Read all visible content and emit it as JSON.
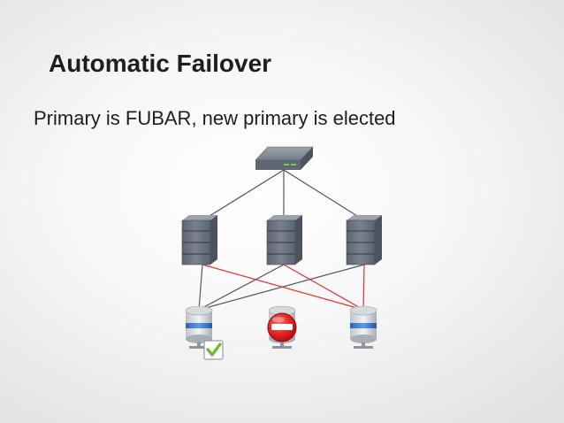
{
  "slide": {
    "title": "Automatic Failover",
    "subtitle": "Primary is FUBAR, new primary is elected"
  },
  "diagram": {
    "nodes": [
      {
        "name": "network-switch",
        "kind": "switch"
      },
      {
        "name": "app-server-left",
        "kind": "server"
      },
      {
        "name": "app-server-middle",
        "kind": "server"
      },
      {
        "name": "app-server-right",
        "kind": "server"
      },
      {
        "name": "db-node-left",
        "kind": "database",
        "state": "new-primary"
      },
      {
        "name": "db-node-middle",
        "kind": "database",
        "state": "failed"
      },
      {
        "name": "db-node-right",
        "kind": "database",
        "state": "secondary"
      }
    ],
    "links": [
      {
        "from": "network-switch",
        "to": "app-server-left",
        "color": "#555555"
      },
      {
        "from": "network-switch",
        "to": "app-server-middle",
        "color": "#555555"
      },
      {
        "from": "network-switch",
        "to": "app-server-right",
        "color": "#555555"
      },
      {
        "from": "app-server-left",
        "to": "db-node-left",
        "color": "#555555"
      },
      {
        "from": "app-server-middle",
        "to": "db-node-left",
        "color": "#555555"
      },
      {
        "from": "app-server-right",
        "to": "db-node-left",
        "color": "#555555"
      },
      {
        "from": "app-server-left",
        "to": "db-node-right",
        "color": "#e03131"
      },
      {
        "from": "app-server-middle",
        "to": "db-node-right",
        "color": "#e03131"
      },
      {
        "from": "app-server-right",
        "to": "db-node-right",
        "color": "#e03131"
      }
    ],
    "colors": {
      "active_link": "#555555",
      "broken_link": "#e03131",
      "server_body": "#6c7480",
      "db_band": "#3a7ad8",
      "failed_badge": "#e02020",
      "ok_badge": "#6ab82c"
    },
    "icons": {
      "switch": "network-switch-icon",
      "server": "server-rack-icon",
      "database": "database-icon",
      "failed": "no-entry-icon",
      "ok": "checkmark-icon"
    }
  }
}
